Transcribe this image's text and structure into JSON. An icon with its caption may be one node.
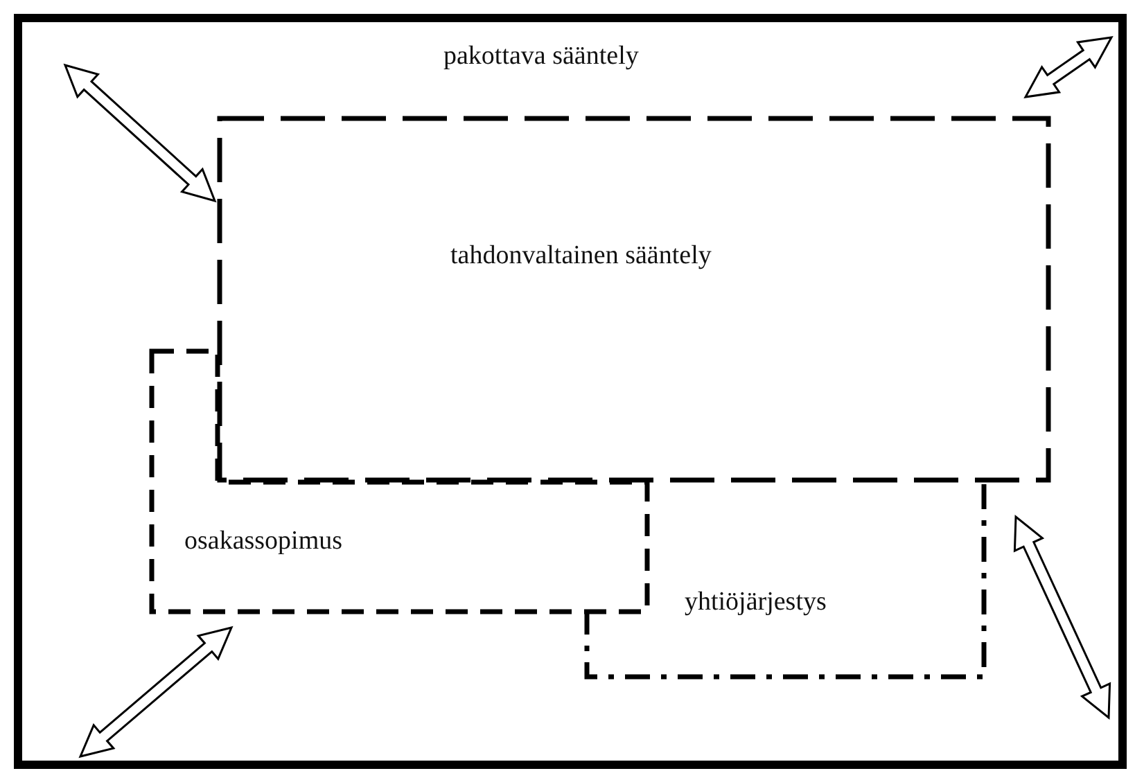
{
  "diagram": {
    "nodes": [
      {
        "text": [
          "pakottava sääntely"
        ]
      },
      {
        "text": [
          "tahdonvaltainen sääntely"
        ],
        "in": 0
      },
      {
        "text": [
          "osakassopimus"
        ],
        "in": 0
      },
      {
        "text": [
          "yhtiöjärjestys"
        ],
        "in": 0
      }
    ]
  }
}
